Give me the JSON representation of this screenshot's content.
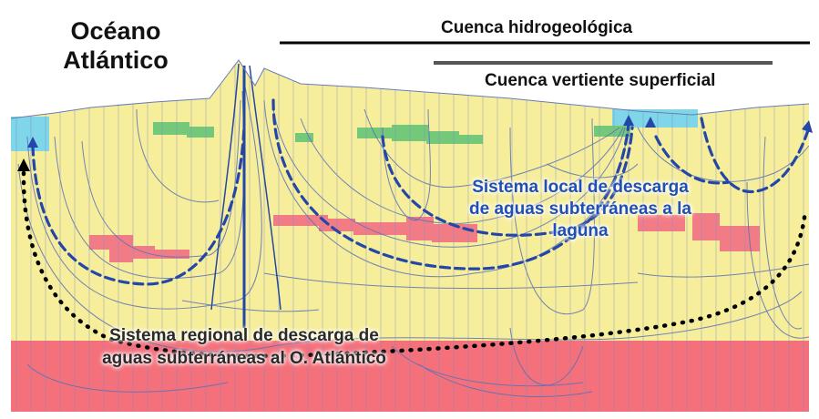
{
  "labels": {
    "ocean_line1": "Océano",
    "ocean_line2": "Atlántico",
    "hydro_basin": "Cuenca hidrogeológica",
    "surface_basin": "Cuenca vertiente superficial",
    "local_line1": "Sistema local de descarga",
    "local_line2": "de aguas subterráneas a la",
    "local_line3": "laguna",
    "regional_line1": "Sistema regional de descarga de",
    "regional_line2": "aguas subterráneas al O. Atlántico"
  },
  "colors": {
    "aquifer_fill": "#f6ee9a",
    "basement_fill": "#f4707a",
    "water_fill": "#7fd6e8",
    "lens_green": "#74c87a",
    "lens_red": "#f27c86",
    "flow_lines": "#5a6fb8",
    "local_flow": "#2446a8",
    "regional_flow": "#000000"
  }
}
